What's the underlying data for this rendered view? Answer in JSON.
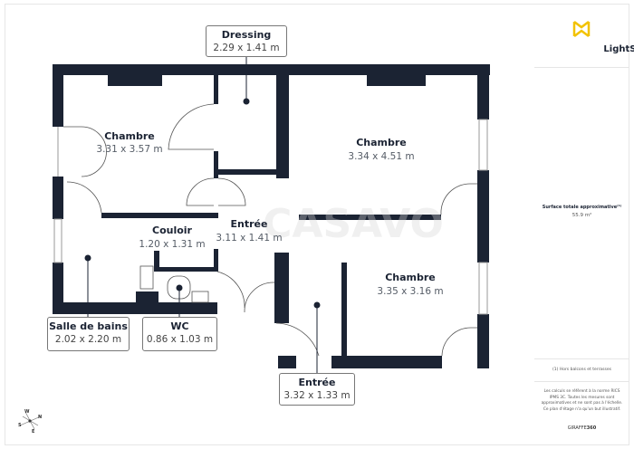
{
  "brand": {
    "name": "LightShop",
    "color": "#f2c200"
  },
  "rooms": [
    {
      "name": "Chambre",
      "dim": "3.31 x 3.57 m"
    },
    {
      "name": "Chambre",
      "dim": "3.34 x 4.51 m"
    },
    {
      "name": "Couloir",
      "dim": "1.20 x 1.31 m"
    },
    {
      "name": "Entrée",
      "dim": "3.11 x 1.41 m"
    },
    {
      "name": "Chambre",
      "dim": "3.35 x 3.16 m"
    }
  ],
  "labels": {
    "dressing": {
      "name": "Dressing",
      "dim": "2.29 x 1.41 m"
    },
    "bath": {
      "name": "Salle de bains",
      "dim": "2.02 x 2.20 m"
    },
    "wc": {
      "name": "WC",
      "dim": "0.86 x 1.03 m"
    },
    "entree2": {
      "name": "Entrée",
      "dim": "3.32 x 1.33 m"
    }
  },
  "compass": {
    "n": "N",
    "s": "S",
    "e": "E",
    "w": "W"
  },
  "sidebar": {
    "total_label": "Surface totale approximative⁽¹⁾",
    "total_value": "55.9 m²",
    "footnote": "(1) Hors balcons et terrasses",
    "disclaimer": "Les calculs se réfèrent à la norme RICS IPMS 3C. Toutes les mesures sont approximatives et ne sont pas à l'échelle. Ce plan d'étage n'a qu'un but illustratif.",
    "credit_a": "GIRAFFE",
    "credit_b": "360"
  },
  "colors": {
    "wall": "#1b2333",
    "window": "#ffffff"
  }
}
